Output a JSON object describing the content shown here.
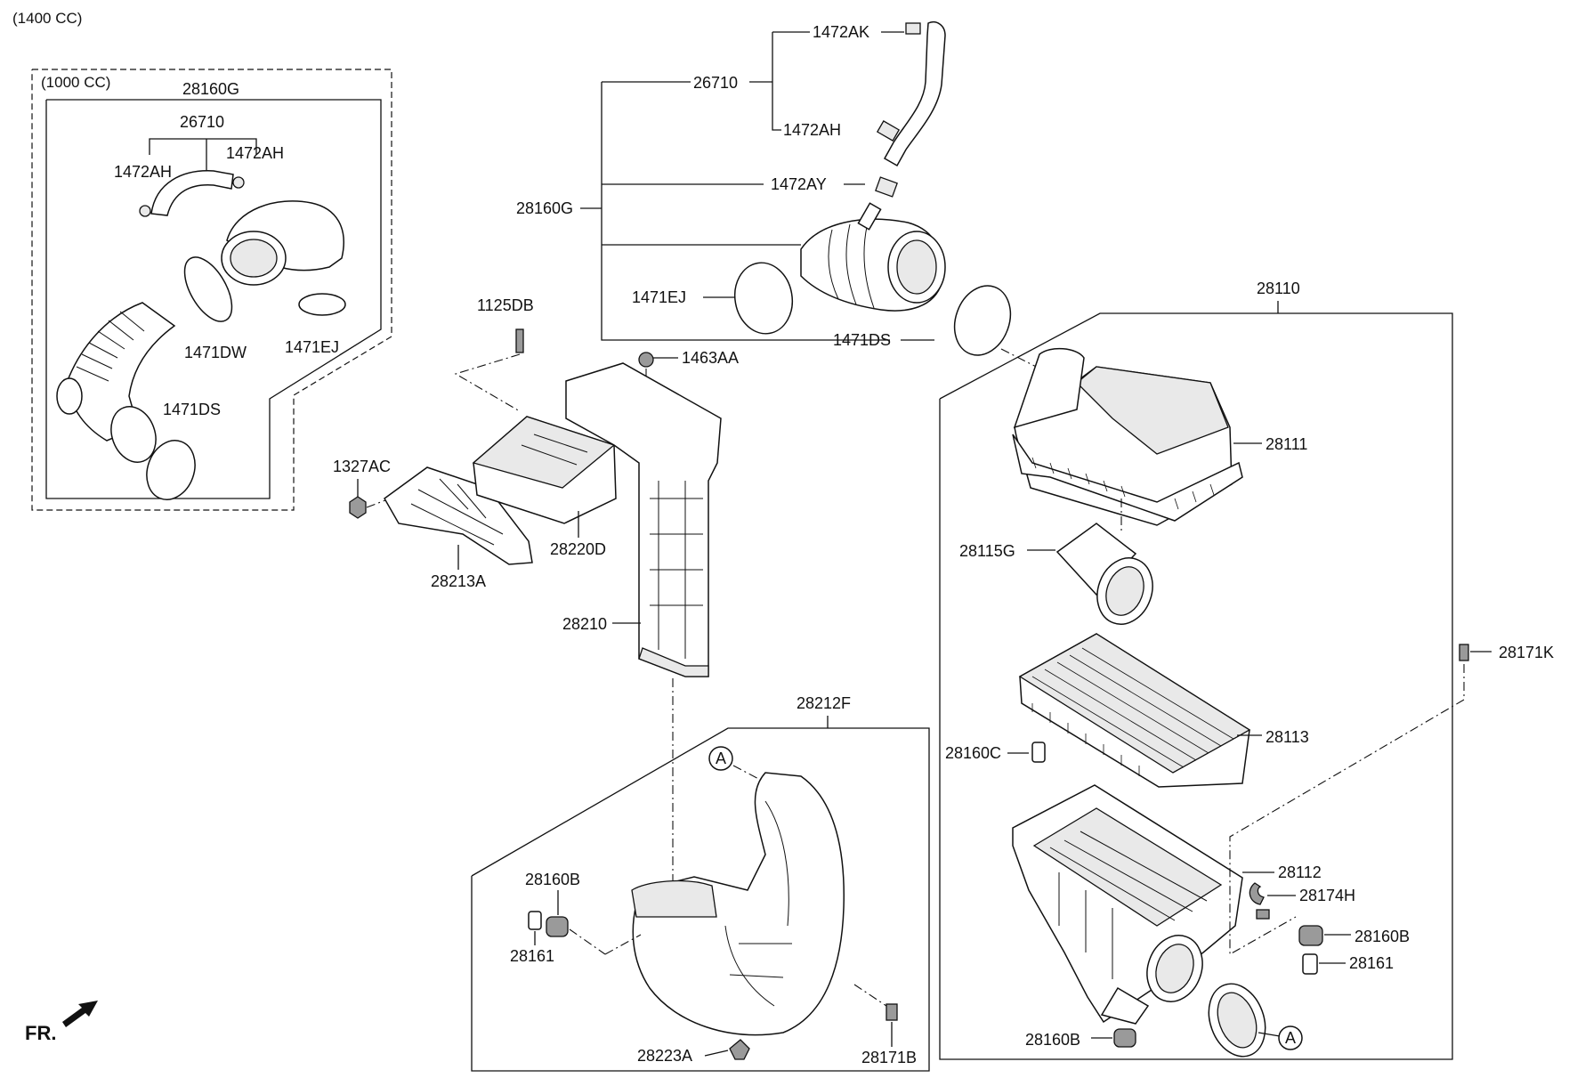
{
  "header": {
    "engine_1400": "(1400 CC)",
    "engine_1000": "(1000 CC)"
  },
  "labels": {
    "p1472AK": "1472AK",
    "p26710_main": "26710",
    "p1472AH_main": "1472AH",
    "p1472AY": "1472AY",
    "p28160G_main": "28160G",
    "p1471EJ_main": "1471EJ",
    "p1471DS_main": "1471DS",
    "p28160G_inset": "28160G",
    "p26710_inset": "26710",
    "p1472AH_inset_left": "1472AH",
    "p1472AH_inset_right": "1472AH",
    "p1471DW": "1471DW",
    "p1471EJ_inset": "1471EJ",
    "p1471DS_inset": "1471DS",
    "p1125DB": "1125DB",
    "p1463AA": "1463AA",
    "p1327AC": "1327AC",
    "p28220D": "28220D",
    "p28213A": "28213A",
    "p28210": "28210",
    "p28110": "28110",
    "p28111": "28111",
    "p28115G": "28115G",
    "p28171K_right": "28171K",
    "p28113": "28113",
    "p28160C": "28160C",
    "p28112": "28112",
    "p28174H": "28174H",
    "p28160B_right": "28160B",
    "p28161_right": "28161",
    "p28160B_bottom": "28160B",
    "p28212F": "28212F",
    "p28160B_left": "28160B",
    "p28161_left": "28161",
    "p28223A": "28223A",
    "p28171B": "28171B",
    "marker_A_top": "A",
    "marker_A_bottom": "A",
    "front": "FR."
  }
}
